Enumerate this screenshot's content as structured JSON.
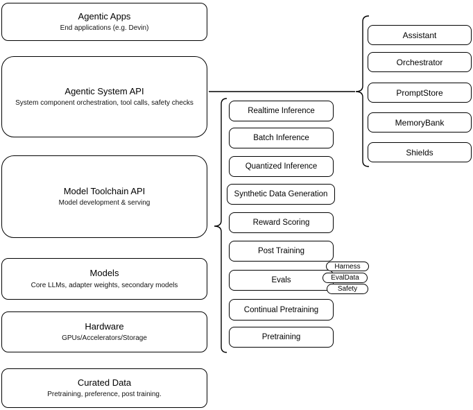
{
  "diagram": {
    "background_color": "#ffffff",
    "stroke_color": "#000000",
    "left_stack": [
      {
        "title": "Agentic Apps",
        "subtitle": "End applications (e.g. Devin)"
      },
      {
        "title": "Agentic System API",
        "subtitle": "System component orchestration, tool calls, safety checks"
      },
      {
        "title": "Model Toolchain API",
        "subtitle": "Model development & serving"
      },
      {
        "title": "Models",
        "subtitle": "Core LLMs, adapter weights, secondary models"
      },
      {
        "title": "Hardware",
        "subtitle": "GPUs/Accelerators/Storage"
      },
      {
        "title": "Curated Data",
        "subtitle": "Pretraining, preference, post training."
      }
    ],
    "toolchain_items": [
      "Realtime Inference",
      "Batch Inference",
      "Quantized Inference",
      "Synthetic Data Generation",
      "Reward Scoring",
      "Post Training",
      "Evals",
      "Continual Pretraining",
      "Pretraining"
    ],
    "evals_tags": [
      "Harness",
      "EvalData",
      "Safety"
    ],
    "system_components": [
      "Assistant",
      "Orchestrator",
      "PromptStore",
      "MemoryBank",
      "Shields"
    ]
  }
}
